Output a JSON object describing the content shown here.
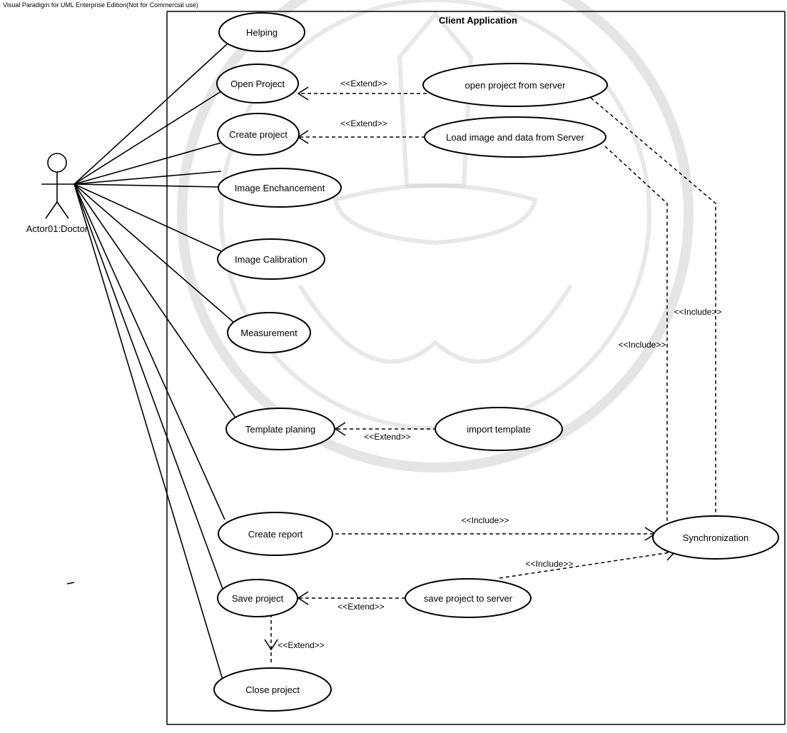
{
  "header_text": "Visual Paradigm for UML Enterprise Edition(Not for Commercial use)",
  "system_boundary": {
    "title": "Client Application"
  },
  "actor": {
    "name": "Actor01:Doctor"
  },
  "use_cases": {
    "helping": "Helping",
    "open_project": "Open Project",
    "create_project": "Create project",
    "image_enhancement": "Image Enchancement",
    "image_calibration": "Image Calibration",
    "measurement": "Measurement",
    "template_planning": "Template planing",
    "create_report": "Create report",
    "save_project": "Save project",
    "close_project": "Close project",
    "open_project_from_server": "open project from server",
    "load_image_from_server": "Load image and data from Server",
    "import_template": "import template",
    "synchronization": "Synchronization",
    "save_project_to_server": "save project to server"
  },
  "relations": {
    "extend_open": "<<Extend>>",
    "extend_create": "<<Extend>>",
    "extend_template": "<<Extend>>",
    "extend_save_server": "<<Extend>>",
    "extend_close": "<<Extend>>",
    "include_report": "<<Include>>",
    "include_save_server": "<<Include>>",
    "include_open_server": "<<Include>>",
    "include_load_server": "<<Include>>"
  }
}
